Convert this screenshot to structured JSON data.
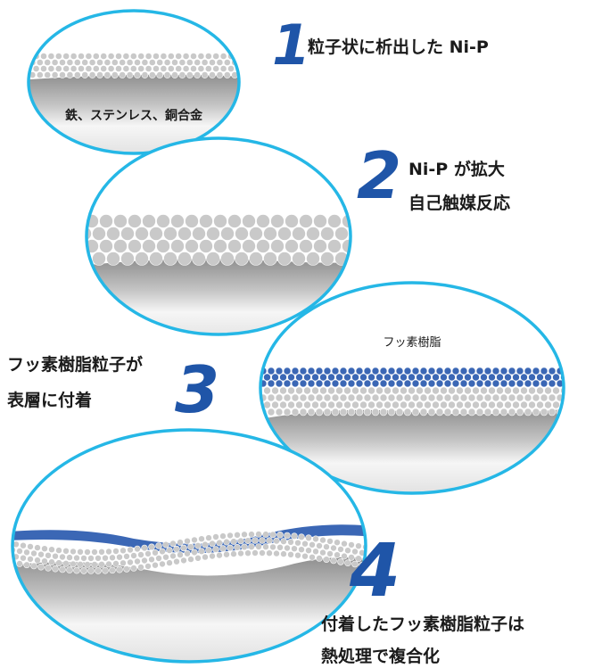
{
  "steps": [
    {
      "number": "1",
      "caption": [
        "粒子状に析出した Ni-P"
      ],
      "inner_label": "鉄、ステンレス、銅合金"
    },
    {
      "number": "2",
      "caption": [
        "Ni-P が拡大",
        "自己触媒反応"
      ]
    },
    {
      "number": "3",
      "caption": [
        "フッ素樹脂粒子が",
        "表層に付着"
      ],
      "inner_label": "フッ素樹脂"
    },
    {
      "number": "4",
      "caption": [
        "付着したフッ素樹脂粒子は",
        "熱処理で複合化"
      ]
    }
  ],
  "colors": {
    "circle_border": "#25b7e6",
    "number_blue": "#1f55a8",
    "nip_particle": "#c9c9c9",
    "fluoro_particle": "#3b67b5",
    "substrate_light": "#f4f4f4",
    "substrate_dark": "#a9a9a9"
  }
}
